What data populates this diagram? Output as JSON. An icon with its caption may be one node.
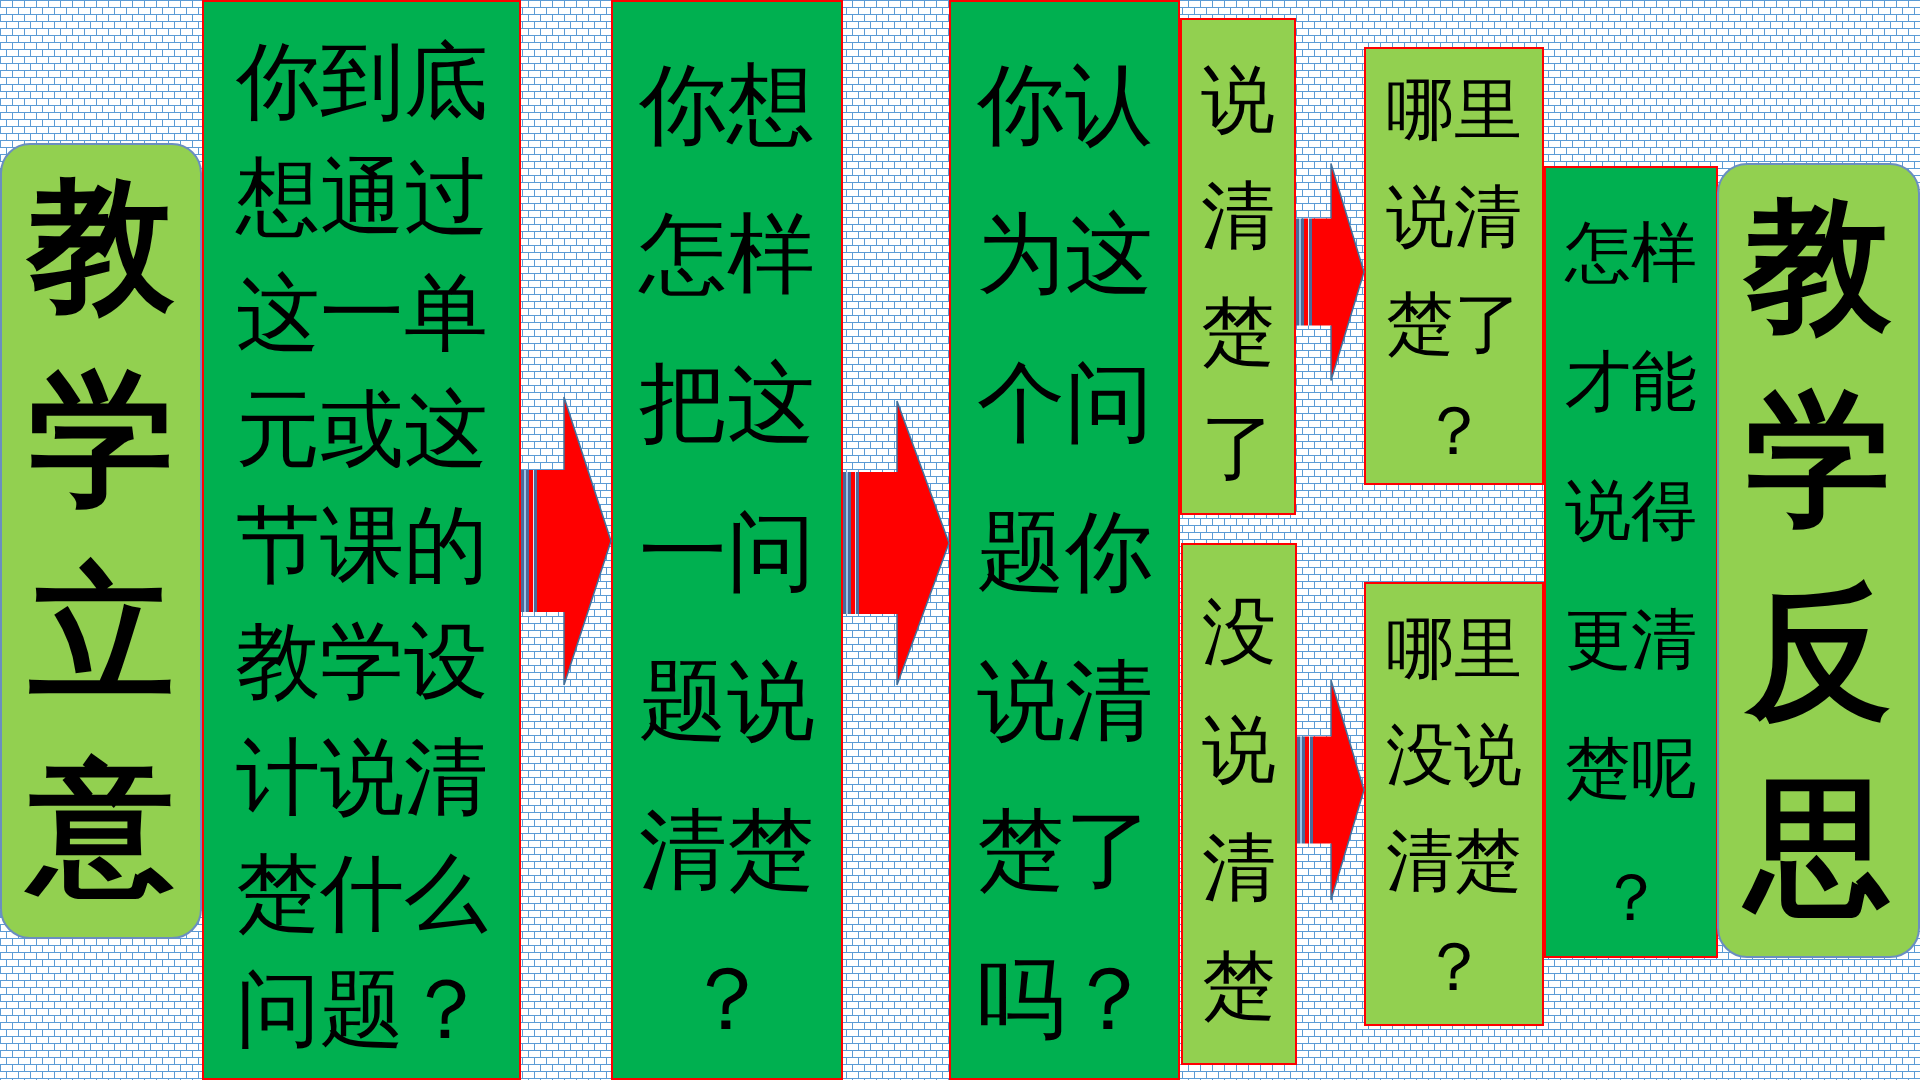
{
  "diagram": {
    "nodes": [
      {
        "text": [
          "教学立意"
        ]
      },
      {
        "text": [
          "你到底想通过这一单元或这节课的教学设计说清楚什么问题？"
        ]
      },
      {
        "text": [
          "你想怎样把这一问题说清楚？"
        ]
      },
      {
        "text": [
          "你认为这个问题你说清楚了吗？"
        ]
      },
      {
        "text": [
          "说清楚了"
        ]
      },
      {
        "text": [
          "没说清楚"
        ]
      },
      {
        "text": [
          "哪里说清楚了？"
        ]
      },
      {
        "text": [
          "哪里没说清楚？"
        ]
      },
      {
        "text": [
          "怎样才能说得更清楚呢？"
        ]
      },
      {
        "text": [
          "教学反思"
        ]
      }
    ],
    "edges": [
      {
        "from": 1,
        "to": 2,
        "arrow": "to"
      },
      {
        "from": 2,
        "to": 3,
        "arrow": "to"
      },
      {
        "from": 4,
        "to": 6,
        "arrow": "to"
      },
      {
        "from": 5,
        "to": 7,
        "arrow": "to"
      }
    ]
  }
}
